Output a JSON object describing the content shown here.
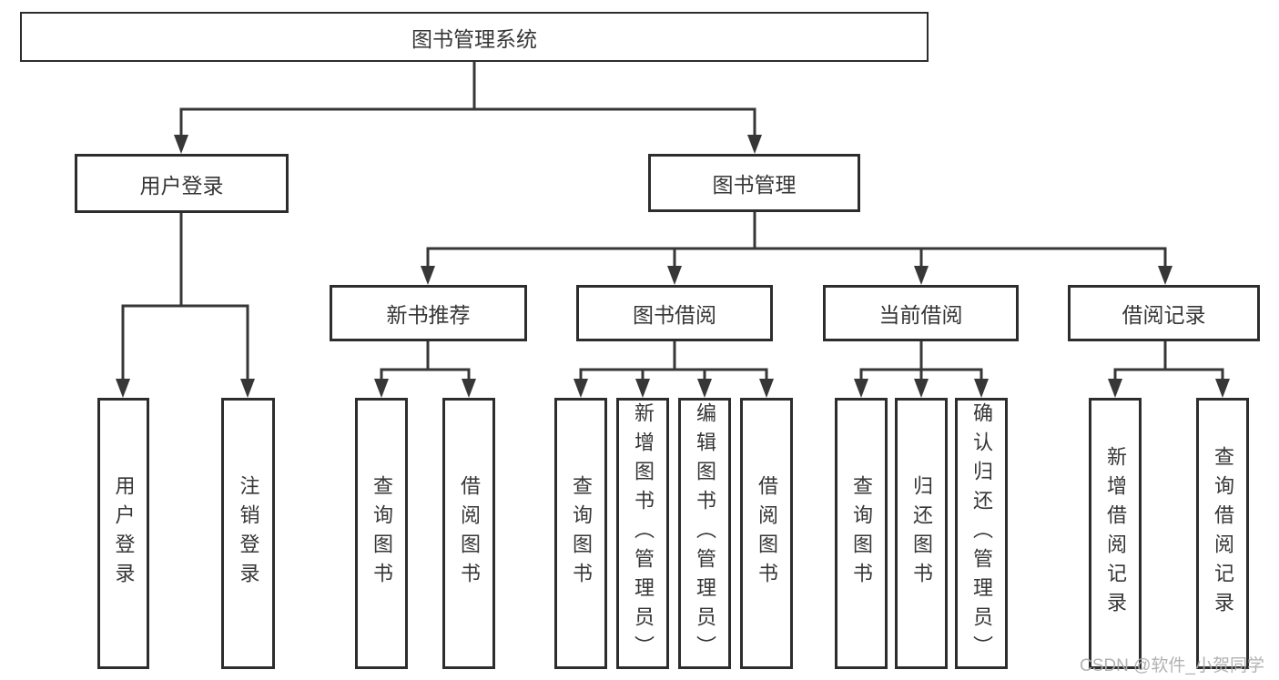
{
  "diagram": {
    "type": "hierarchy-tree",
    "colors": {
      "background": "#ffffff",
      "line": "#373737",
      "box_border": "#2d2d2d",
      "text": "#363636",
      "watermark": "#aeaeae"
    },
    "nodes": {
      "root": {
        "id": "library-management-system",
        "label": "图书管理系统"
      },
      "level2": [
        {
          "id": "user-login",
          "label": "用户登录"
        },
        {
          "id": "book-management",
          "label": "图书管理"
        }
      ],
      "level3": [
        {
          "id": "new-book-recommend",
          "parent": "book-management",
          "label": "新书推荐"
        },
        {
          "id": "book-borrow",
          "parent": "book-management",
          "label": "图书借阅"
        },
        {
          "id": "current-borrow",
          "parent": "book-management",
          "label": "当前借阅"
        },
        {
          "id": "borrow-records",
          "parent": "book-management",
          "label": "借阅记录"
        }
      ],
      "leaves": [
        {
          "parent": "user-login",
          "label": "用户登录"
        },
        {
          "parent": "user-login",
          "label": "注销登录"
        },
        {
          "parent": "new-book-recommend",
          "label": "查询图书"
        },
        {
          "parent": "new-book-recommend",
          "label": "借阅图书"
        },
        {
          "parent": "book-borrow",
          "label": "查询图书"
        },
        {
          "parent": "book-borrow",
          "label": "新增图书（管理员）"
        },
        {
          "parent": "book-borrow",
          "label": "编辑图书（管理员）"
        },
        {
          "parent": "book-borrow",
          "label": "借阅图书"
        },
        {
          "parent": "current-borrow",
          "label": "查询图书"
        },
        {
          "parent": "current-borrow",
          "label": "归还图书"
        },
        {
          "parent": "current-borrow",
          "label": "确认归还（管理员）"
        },
        {
          "parent": "borrow-records",
          "label": "新增借阅记录"
        },
        {
          "parent": "borrow-records",
          "label": "查询借阅记录"
        }
      ]
    }
  },
  "watermark": {
    "text": "CSDN @软件_小贺同学"
  }
}
